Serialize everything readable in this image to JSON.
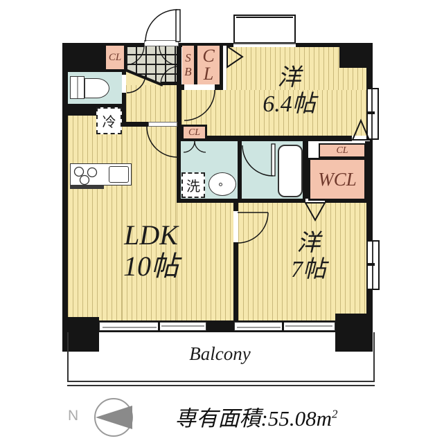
{
  "plan": {
    "rooms": {
      "western64": {
        "kanji": "洋",
        "size": "6.4帖"
      },
      "ldk": {
        "kanji": "LDK",
        "size": "10帖"
      },
      "western7": {
        "kanji": "洋",
        "size": "7帖"
      }
    },
    "closets": {
      "cl_top_left": "CL",
      "shoe_box_line1": "S",
      "shoe_box_line2": "B",
      "cl_entry_line1": "C",
      "cl_entry_line2": "L",
      "cl_washroom": "CL",
      "cl_bedroom_strip": "CL",
      "wcl": "WCL"
    },
    "fixtures": {
      "refrigerator": "冷",
      "washer": "洗"
    },
    "balcony_label": "Balcony",
    "footer": {
      "area_text": "専有面積:55.08",
      "area_unit": "m",
      "area_unit_sup": "2",
      "compass_letter": "N"
    }
  }
}
